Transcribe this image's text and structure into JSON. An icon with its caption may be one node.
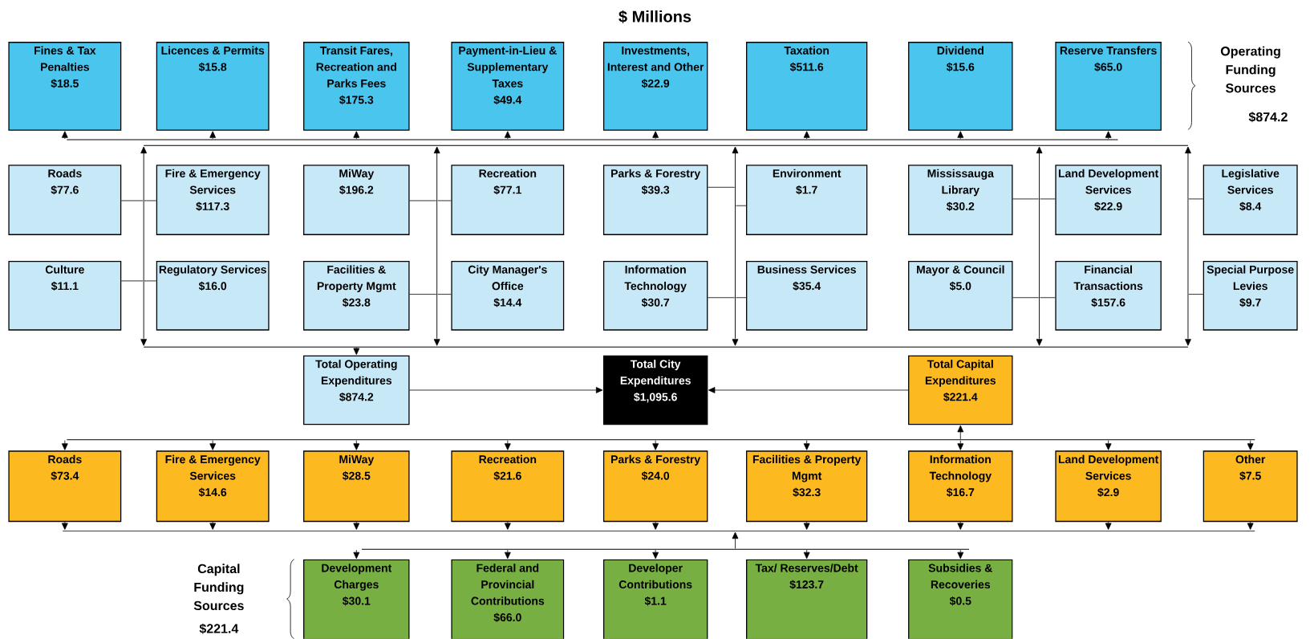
{
  "diagram": {
    "title": "$ Millions",
    "nodes": [
      {
        "text": [
          "Fines & Tax Penalties",
          "$18.5"
        ]
      },
      {
        "text": [
          "Licences & Permits",
          "$15.8"
        ]
      },
      {
        "text": [
          "Transit Fares, Recreation and Parks Fees",
          "$175.3"
        ]
      },
      {
        "text": [
          "Payment-in-Lieu & Supplementary Taxes",
          "$49.4"
        ]
      },
      {
        "text": [
          "Investments, Interest and Other",
          "$22.9"
        ]
      },
      {
        "text": [
          "Taxation",
          "$511.6"
        ]
      },
      {
        "text": [
          "Dividend",
          "$15.6"
        ]
      },
      {
        "text": [
          "Reserve Transfers",
          "$65.0"
        ]
      },
      {
        "text": [
          "Roads",
          "$77.6"
        ]
      },
      {
        "text": [
          "Fire & Emergency Services",
          "$117.3"
        ]
      },
      {
        "text": [
          "MiWay",
          "$196.2"
        ]
      },
      {
        "text": [
          "Recreation",
          "$77.1"
        ]
      },
      {
        "text": [
          "Parks & Forestry",
          "$39.3"
        ]
      },
      {
        "text": [
          "Environment",
          "$1.7"
        ]
      },
      {
        "text": [
          "Mississauga Library",
          "$30.2"
        ]
      },
      {
        "text": [
          "Land Development Services",
          "$22.9"
        ]
      },
      {
        "text": [
          "Legislative Services",
          "$8.4"
        ]
      },
      {
        "text": [
          "Culture",
          "$11.1"
        ]
      },
      {
        "text": [
          "Regulatory Services",
          "$16.0"
        ]
      },
      {
        "text": [
          "Facilities & Property Mgmt",
          "$23.8"
        ]
      },
      {
        "text": [
          "City Manager's Office",
          "$14.4"
        ]
      },
      {
        "text": [
          "Information Technology",
          "$30.7"
        ]
      },
      {
        "text": [
          "Business Services",
          "$35.4"
        ]
      },
      {
        "text": [
          "Mayor & Council",
          "$5.0"
        ]
      },
      {
        "text": [
          "Financial Transactions",
          "$157.6"
        ]
      },
      {
        "text": [
          "Special Purpose Levies",
          "$9.7"
        ]
      },
      {
        "text": [
          "Total Operating Expenditures",
          "$874.2"
        ]
      },
      {
        "text": [
          "Total City Expenditures",
          "$1,095.6"
        ]
      },
      {
        "text": [
          "Total Capital Expenditures",
          "$221.4"
        ]
      },
      {
        "text": [
          "Roads",
          "$73.4"
        ]
      },
      {
        "text": [
          "Fire & Emergency Services",
          "$14.6"
        ]
      },
      {
        "text": [
          "MiWay",
          "$28.5"
        ]
      },
      {
        "text": [
          "Recreation",
          "$21.6"
        ]
      },
      {
        "text": [
          "Parks & Forestry",
          "$24.0"
        ]
      },
      {
        "text": [
          "Facilities & Property Mgmt",
          "$32.3"
        ]
      },
      {
        "text": [
          "Information Technology",
          "$16.7"
        ]
      },
      {
        "text": [
          "Land Development Services",
          "$2.9"
        ]
      },
      {
        "text": [
          "Other",
          "$7.5"
        ]
      },
      {
        "text": [
          "Development Charges",
          "$30.1"
        ]
      },
      {
        "text": [
          "Federal and Provincial Contributions",
          "$66.0"
        ]
      },
      {
        "text": [
          "Developer Contributions",
          "$1.1"
        ]
      },
      {
        "text": [
          "Tax/ Reserves/Debt",
          "$123.7"
        ]
      },
      {
        "text": [
          "Subsidies & Recoveries",
          "$0.5"
        ]
      },
      {
        "text": [],
        "shape": "bar"
      },
      {
        "text": [],
        "shape": "bar"
      },
      {
        "text": [],
        "shape": "bar"
      },
      {
        "text": [],
        "shape": "bar"
      },
      {
        "text": [],
        "shape": "bar"
      },
      {
        "text": [],
        "shape": "bar"
      },
      {
        "text": [],
        "shape": "bar"
      },
      {
        "text": [],
        "shape": "bar"
      },
      {
        "text": [],
        "shape": "bar"
      },
      {
        "text": [],
        "shape": "bar"
      },
      {
        "text": [],
        "shape": "bar"
      }
    ],
    "edges": [
      {
        "from": 43,
        "to": 0,
        "arrow": "to"
      },
      {
        "from": 43,
        "to": 1,
        "arrow": "to"
      },
      {
        "from": 43,
        "to": 2,
        "arrow": "to"
      },
      {
        "from": 43,
        "to": 3,
        "arrow": "to"
      },
      {
        "from": 43,
        "to": 4,
        "arrow": "to"
      },
      {
        "from": 43,
        "to": 5,
        "arrow": "to"
      },
      {
        "from": 43,
        "to": 6,
        "arrow": "to"
      },
      {
        "from": 43,
        "to": 7,
        "arrow": "to"
      },
      {
        "from": 8,
        "to": 45,
        "arrow": "none"
      },
      {
        "from": 9,
        "to": 45,
        "arrow": "none"
      },
      {
        "from": 17,
        "to": 45,
        "arrow": "none"
      },
      {
        "from": 18,
        "to": 45,
        "arrow": "none"
      },
      {
        "from": 10,
        "to": 46,
        "arrow": "none"
      },
      {
        "from": 11,
        "to": 46,
        "arrow": "none"
      },
      {
        "from": 19,
        "to": 46,
        "arrow": "none"
      },
      {
        "from": 20,
        "to": 46,
        "arrow": "none"
      },
      {
        "from": 12,
        "to": 47,
        "arrow": "none"
      },
      {
        "from": 13,
        "to": 47,
        "arrow": "none"
      },
      {
        "from": 21,
        "to": 47,
        "arrow": "none"
      },
      {
        "from": 22,
        "to": 47,
        "arrow": "none"
      },
      {
        "from": 14,
        "to": 48,
        "arrow": "none"
      },
      {
        "from": 15,
        "to": 48,
        "arrow": "none"
      },
      {
        "from": 23,
        "to": 48,
        "arrow": "none"
      },
      {
        "from": 24,
        "to": 48,
        "arrow": "none"
      },
      {
        "from": 16,
        "to": 49,
        "arrow": "none"
      },
      {
        "from": 25,
        "to": 49,
        "arrow": "none"
      },
      {
        "from": 45,
        "to": 44,
        "arrow": "to"
      },
      {
        "from": 46,
        "to": 44,
        "arrow": "to"
      },
      {
        "from": 47,
        "to": 44,
        "arrow": "to"
      },
      {
        "from": 48,
        "to": 44,
        "arrow": "to"
      },
      {
        "from": 49,
        "to": 44,
        "arrow": "to"
      },
      {
        "from": 45,
        "to": 50,
        "arrow": "to"
      },
      {
        "from": 46,
        "to": 50,
        "arrow": "to"
      },
      {
        "from": 47,
        "to": 50,
        "arrow": "to"
      },
      {
        "from": 48,
        "to": 50,
        "arrow": "to"
      },
      {
        "from": 49,
        "to": 50,
        "arrow": "to"
      },
      {
        "from": 50,
        "to": 26,
        "arrow": "to"
      },
      {
        "from": 26,
        "to": 27,
        "arrow": "to"
      },
      {
        "from": 28,
        "to": 27,
        "arrow": "to"
      },
      {
        "from": 51,
        "to": 29,
        "arrow": "to"
      },
      {
        "from": 51,
        "to": 30,
        "arrow": "to"
      },
      {
        "from": 51,
        "to": 31,
        "arrow": "to"
      },
      {
        "from": 51,
        "to": 32,
        "arrow": "to"
      },
      {
        "from": 51,
        "to": 33,
        "arrow": "to"
      },
      {
        "from": 51,
        "to": 34,
        "arrow": "to"
      },
      {
        "from": 51,
        "to": 35,
        "arrow": "to"
      },
      {
        "from": 51,
        "to": 36,
        "arrow": "to"
      },
      {
        "from": 51,
        "to": 37,
        "arrow": "to"
      },
      {
        "from": 51,
        "to": 28,
        "arrow": "to"
      },
      {
        "from": 29,
        "to": 52,
        "arrow": "to"
      },
      {
        "from": 30,
        "to": 52,
        "arrow": "to"
      },
      {
        "from": 31,
        "to": 52,
        "arrow": "to"
      },
      {
        "from": 32,
        "to": 52,
        "arrow": "to"
      },
      {
        "from": 33,
        "to": 52,
        "arrow": "to"
      },
      {
        "from": 34,
        "to": 52,
        "arrow": "to"
      },
      {
        "from": 35,
        "to": 52,
        "arrow": "to"
      },
      {
        "from": 36,
        "to": 52,
        "arrow": "to"
      },
      {
        "from": 37,
        "to": 52,
        "arrow": "to"
      },
      {
        "from": 53,
        "to": 52,
        "arrow": "to"
      },
      {
        "from": 53,
        "to": 38,
        "arrow": "to"
      },
      {
        "from": 53,
        "to": 39,
        "arrow": "to"
      },
      {
        "from": 53,
        "to": 40,
        "arrow": "to"
      },
      {
        "from": 53,
        "to": 41,
        "arrow": "to"
      },
      {
        "from": 53,
        "to": 42,
        "arrow": "to"
      }
    ],
    "labels": [
      "Operating Funding Sources",
      "$874.2",
      "Capital Funding Sources",
      "$221.4"
    ]
  }
}
